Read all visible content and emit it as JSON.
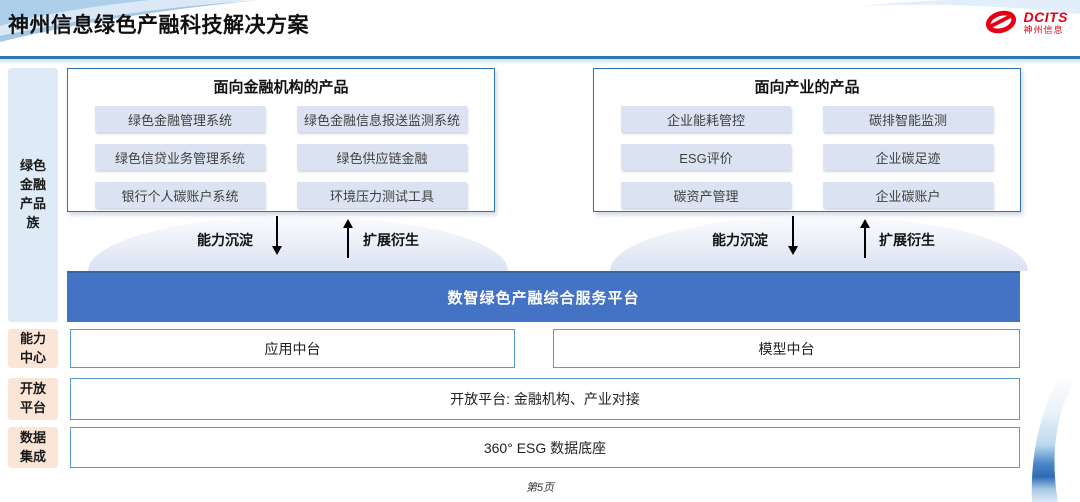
{
  "header": {
    "title": "神州信息绿色产融科技解决方案",
    "logo": {
      "brand": "DCITS",
      "sub": "神州信息"
    }
  },
  "sidebar": {
    "product_family": "绿色金融产品族",
    "capability_center": "能力中心",
    "open_platform": "开放平台",
    "data_integration": "数据集成"
  },
  "product_groups": [
    {
      "title": "面向金融机构的产品",
      "items": [
        "绿色金融管理系统",
        "绿色金融信息报送监测系统",
        "绿色信贷业务管理系统",
        "绿色供应链金融",
        "银行个人碳账户系统",
        "环境压力测试工具"
      ]
    },
    {
      "title": "面向产业的产品",
      "items": [
        "企业能耗管控",
        "碳排智能监测",
        "ESG评价",
        "企业碳足迹",
        "碳资产管理",
        "企业碳账户"
      ]
    }
  ],
  "arrows": {
    "settle": "能力沉淀",
    "derive": "扩展衍生"
  },
  "platform_bar": "数智绿色产融综合服务平台",
  "rows": {
    "capability_boxes": [
      "应用中台",
      "模型中台"
    ],
    "open_platform": "开放平台: 金融机构、产业对接",
    "data_base": "360° ESG 数据底座"
  },
  "footer": {
    "page_label": "第5页"
  },
  "colors": {
    "accent_blue": "#2E75B6",
    "bar_blue": "#4472C4",
    "item_blue_bg": "#DBE3F2",
    "sidebar_blue_bg": "#DEEAF6",
    "sidebar_peach_bg": "#FBE5D6",
    "logo_red": "#E60012"
  }
}
